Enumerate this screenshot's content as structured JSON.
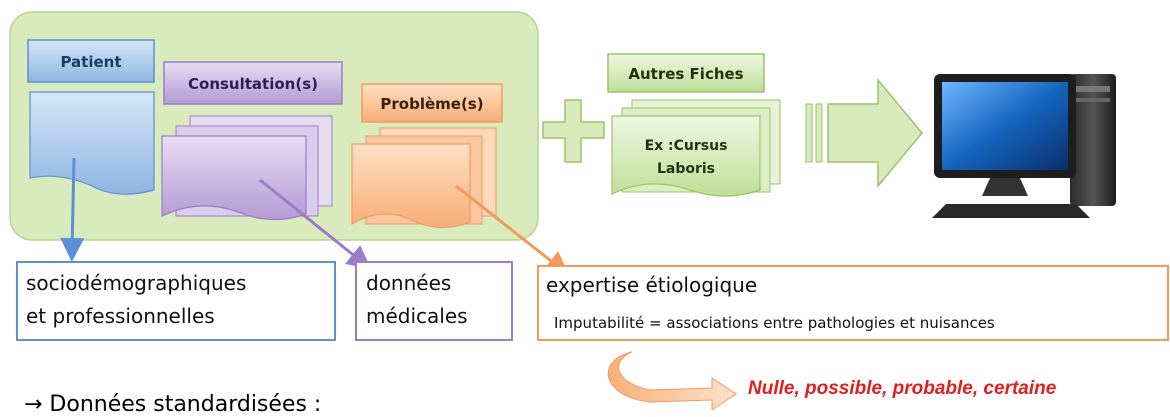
{
  "patient": {
    "label": "Patient"
  },
  "consultation": {
    "label": "Consultation(s)"
  },
  "probleme": {
    "label": "Problème(s)"
  },
  "autres": {
    "title": "Autres Fiches",
    "example_line1": "Ex :Cursus",
    "example_line2": "Laboris"
  },
  "boxes": {
    "socio_line1": "sociodémographiques",
    "socio_line2": "et professionnelles",
    "medical_line1": "données",
    "medical_line2": "médicales",
    "expertise_title": "expertise étiologique",
    "expertise_detail": "Imputabilité = associations entre pathologies et nuisances"
  },
  "outcome": "Nulle, possible, probable, certaine",
  "bottom_text": "→ Données standardisées :",
  "colors": {
    "patient": "#9bbfe8",
    "consultation": "#b9a3d8",
    "probleme": "#f9b684",
    "autres": "#c6e3a3",
    "group_bg": "#d9ebbd",
    "outcome": "#e02020"
  }
}
